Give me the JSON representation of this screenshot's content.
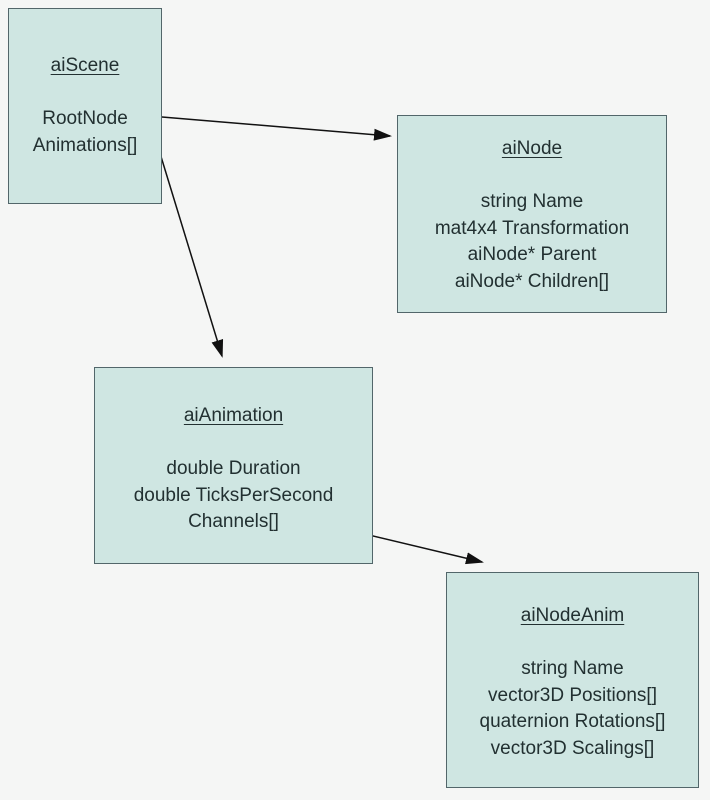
{
  "page": {
    "background_color": "#f5f6f5"
  },
  "diagram": {
    "colors": {
      "node_fill": "#cfe6e2",
      "node_border": "#52666a",
      "text": "#223031",
      "arrow": "#111111"
    },
    "nodes": [
      {
        "title": "aiScene",
        "fields": [
          "RootNode",
          "Animations[]"
        ]
      },
      {
        "title": "aiNode",
        "fields": [
          "string Name",
          "mat4x4 Transformation",
          "aiNode* Parent",
          "aiNode* Children[]"
        ]
      },
      {
        "title": "aiAnimation",
        "fields": [
          "double Duration",
          "double TicksPerSecond",
          "Channels[]"
        ]
      },
      {
        "title": "aiNodeAnim",
        "fields": [
          "string Name",
          "vector3D Positions[]",
          "quaternion Rotations[]",
          "vector3D Scalings[]"
        ]
      }
    ],
    "edges": [
      {
        "from": "aiScene.RootNode",
        "to": "aiNode"
      },
      {
        "from": "aiScene.Animations[]",
        "to": "aiAnimation"
      },
      {
        "from": "aiAnimation.Channels[]",
        "to": "aiNodeAnim"
      }
    ]
  }
}
